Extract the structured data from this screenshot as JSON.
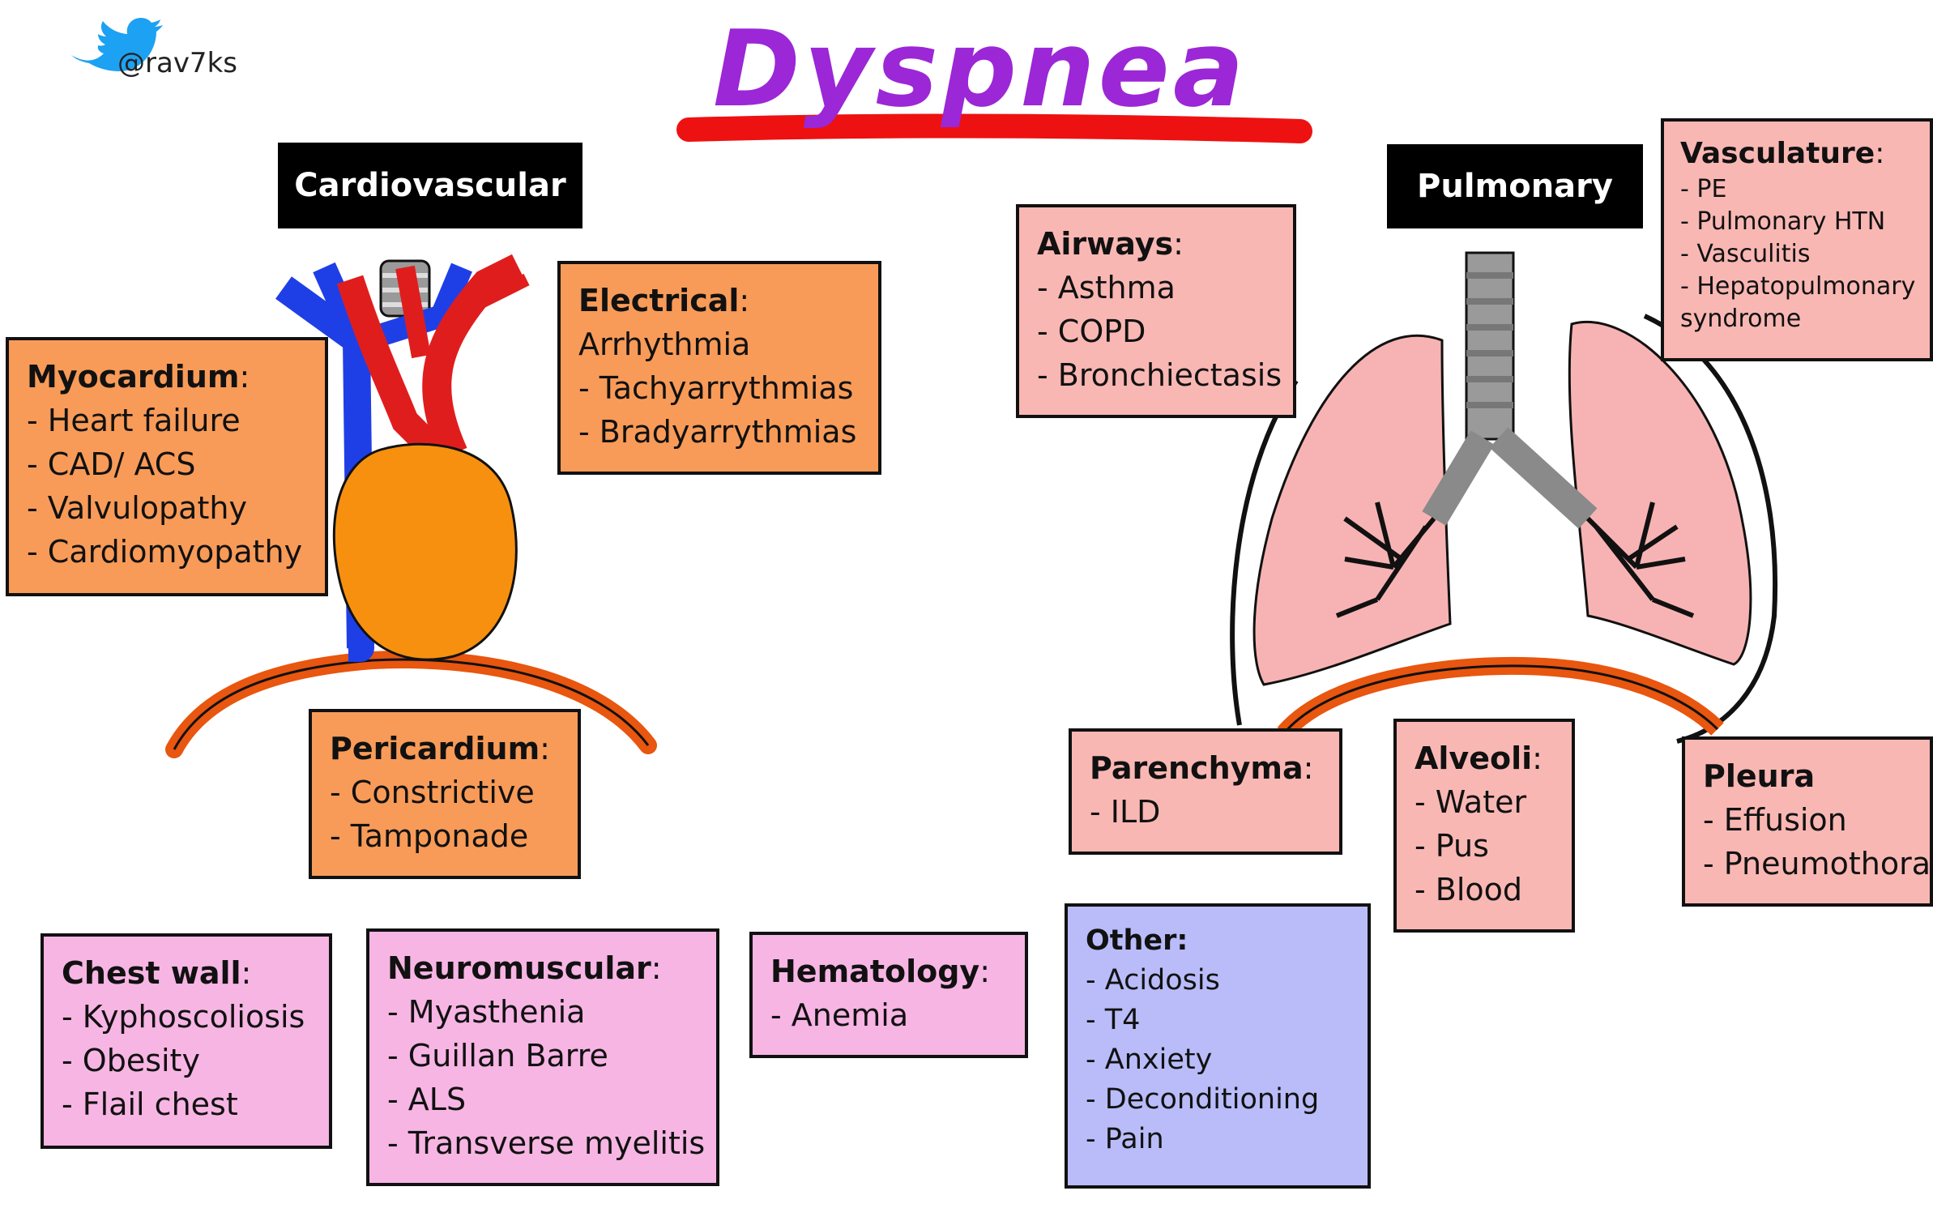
{
  "header": {
    "title": "Dyspnea",
    "handle": "@rav7ks"
  },
  "sections": {
    "cardiovascular": "Cardiovascular",
    "pulmonary": "Pulmonary"
  },
  "colors": {
    "title": "#9b27d6",
    "underline": "#ee1111",
    "cardio_box": "#f89b58",
    "pulmonary_box": "#f9b7b3",
    "other_systems_box": "#f7b5e4",
    "other_box": "#b9bcf9",
    "twitter": "#1da1f2"
  },
  "icons": {
    "social": "twitter-bird-icon",
    "heart": "heart-illustration",
    "lungs": "lungs-illustration"
  },
  "boxes": {
    "myocardium": {
      "title": "Myocardium",
      "items": [
        "- Heart failure",
        "- CAD/ ACS",
        "- Valvulopathy",
        "- Cardiomyopathy"
      ]
    },
    "electrical": {
      "title": "Electrical",
      "items": [
        "Arrhythmia",
        "- Tachyarrythmias",
        "- Bradyarrythmias"
      ]
    },
    "pericardium": {
      "title": "Pericardium",
      "items": [
        "- Constrictive",
        "- Tamponade"
      ]
    },
    "airways": {
      "title": "Airways",
      "items": [
        "- Asthma",
        "- COPD",
        "- Bronchiectasis"
      ]
    },
    "vasculature": {
      "title": "Vasculature",
      "items": [
        "- PE",
        "- Pulmonary HTN",
        "- Vasculitis",
        "- Hepatopulmonary",
        "syndrome"
      ]
    },
    "parenchyma": {
      "title": "Parenchyma",
      "items": [
        "- ILD"
      ]
    },
    "alveoli": {
      "title": "Alveoli",
      "items": [
        "- Water",
        "- Pus",
        "- Blood"
      ]
    },
    "pleura": {
      "title": "Pleura",
      "items": [
        "- Effusion",
        "- Pneumothorax"
      ]
    },
    "chest_wall": {
      "title": "Chest wall",
      "items": [
        "- Kyphoscoliosis",
        "- Obesity",
        "- Flail chest"
      ]
    },
    "neuromuscular": {
      "title": "Neuromuscular",
      "items": [
        "- Myasthenia",
        "- Guillan Barre",
        "- ALS",
        "- Transverse myelitis"
      ]
    },
    "hematology": {
      "title": "Hematology",
      "items": [
        "- Anemia"
      ]
    },
    "other": {
      "title": "Other:",
      "items": [
        "- Acidosis",
        "- T4",
        "- Anxiety",
        "- Deconditioning",
        "- Pain"
      ]
    }
  }
}
